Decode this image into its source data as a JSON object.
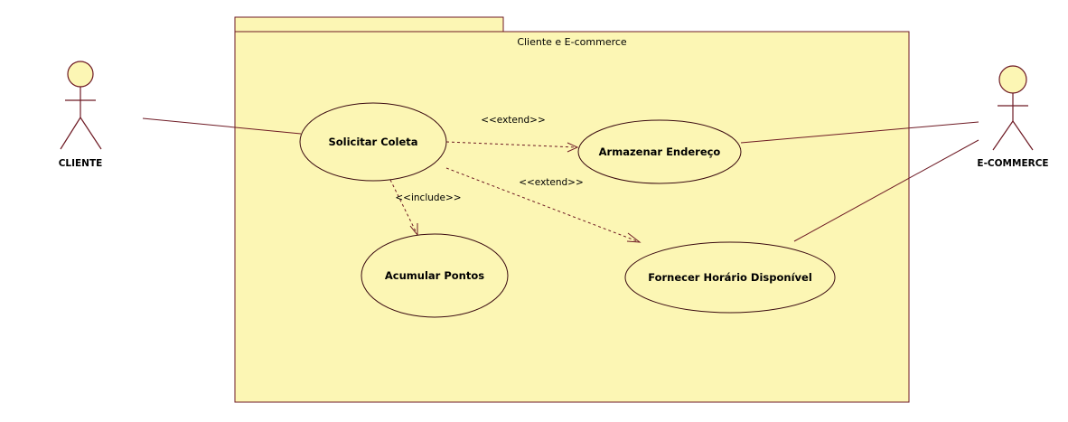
{
  "package": {
    "title": "Cliente e E-commerce"
  },
  "actors": {
    "cliente": "CLIENTE",
    "ecommerce": "E-COMMERCE"
  },
  "use_cases": {
    "solicitar_coleta": "Solicitar Coleta",
    "armazenar_endereco": "Armazenar Endereço",
    "acumular_pontos": "Acumular Pontos",
    "fornecer_horario": "Fornecer Horário Disponível"
  },
  "relationships": {
    "extend_armazenar": "<<extend>>",
    "extend_fornecer": "<<extend>>",
    "include_acumular": "<<include>>"
  },
  "colors": {
    "fill": "#fcf6b4",
    "stroke": "#6e1a24"
  }
}
